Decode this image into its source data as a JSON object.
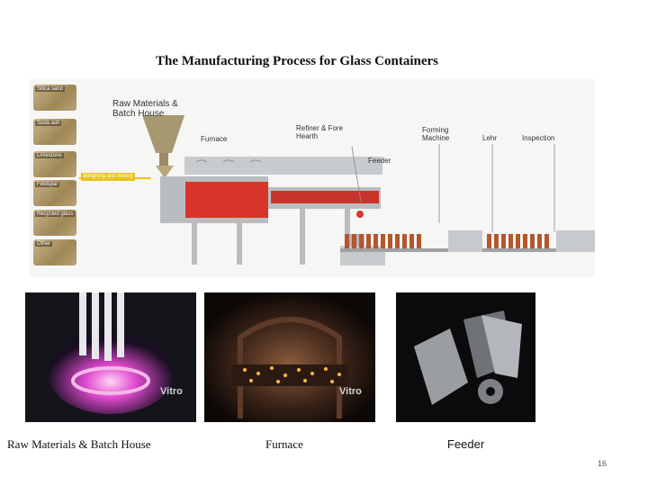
{
  "title": "The Manufacturing Process for Glass Containers",
  "diagram": {
    "materials": [
      "Silica sand",
      "Soda ash",
      "Limestone",
      "Feldspar",
      "Recycled glass",
      "Other"
    ],
    "weighing_label": "Weighing and mixing",
    "stages": {
      "raw_materials": "Raw Materials & Batch House",
      "furnace": "Furnace",
      "refiner": "Refiner & Fore Hearth",
      "feeder": "Feeder",
      "forming": "Forming Machine",
      "lehr": "Lehr",
      "inspection": "Inspection"
    },
    "colors": {
      "molten_glass": "#d8352a",
      "bottle": "#b5562c",
      "machinery": "#b9bdbf"
    }
  },
  "photos": [
    {
      "name": "induction-heating-photo",
      "watermark": "Vitro"
    },
    {
      "name": "furnace-photo",
      "watermark": "Vitro"
    },
    {
      "name": "feeder-parts-photo",
      "watermark": ""
    }
  ],
  "captions": {
    "raw_materials": "Raw Materials & Batch House",
    "furnace": "Furnace",
    "feeder": "Feeder"
  },
  "page_number": "16"
}
